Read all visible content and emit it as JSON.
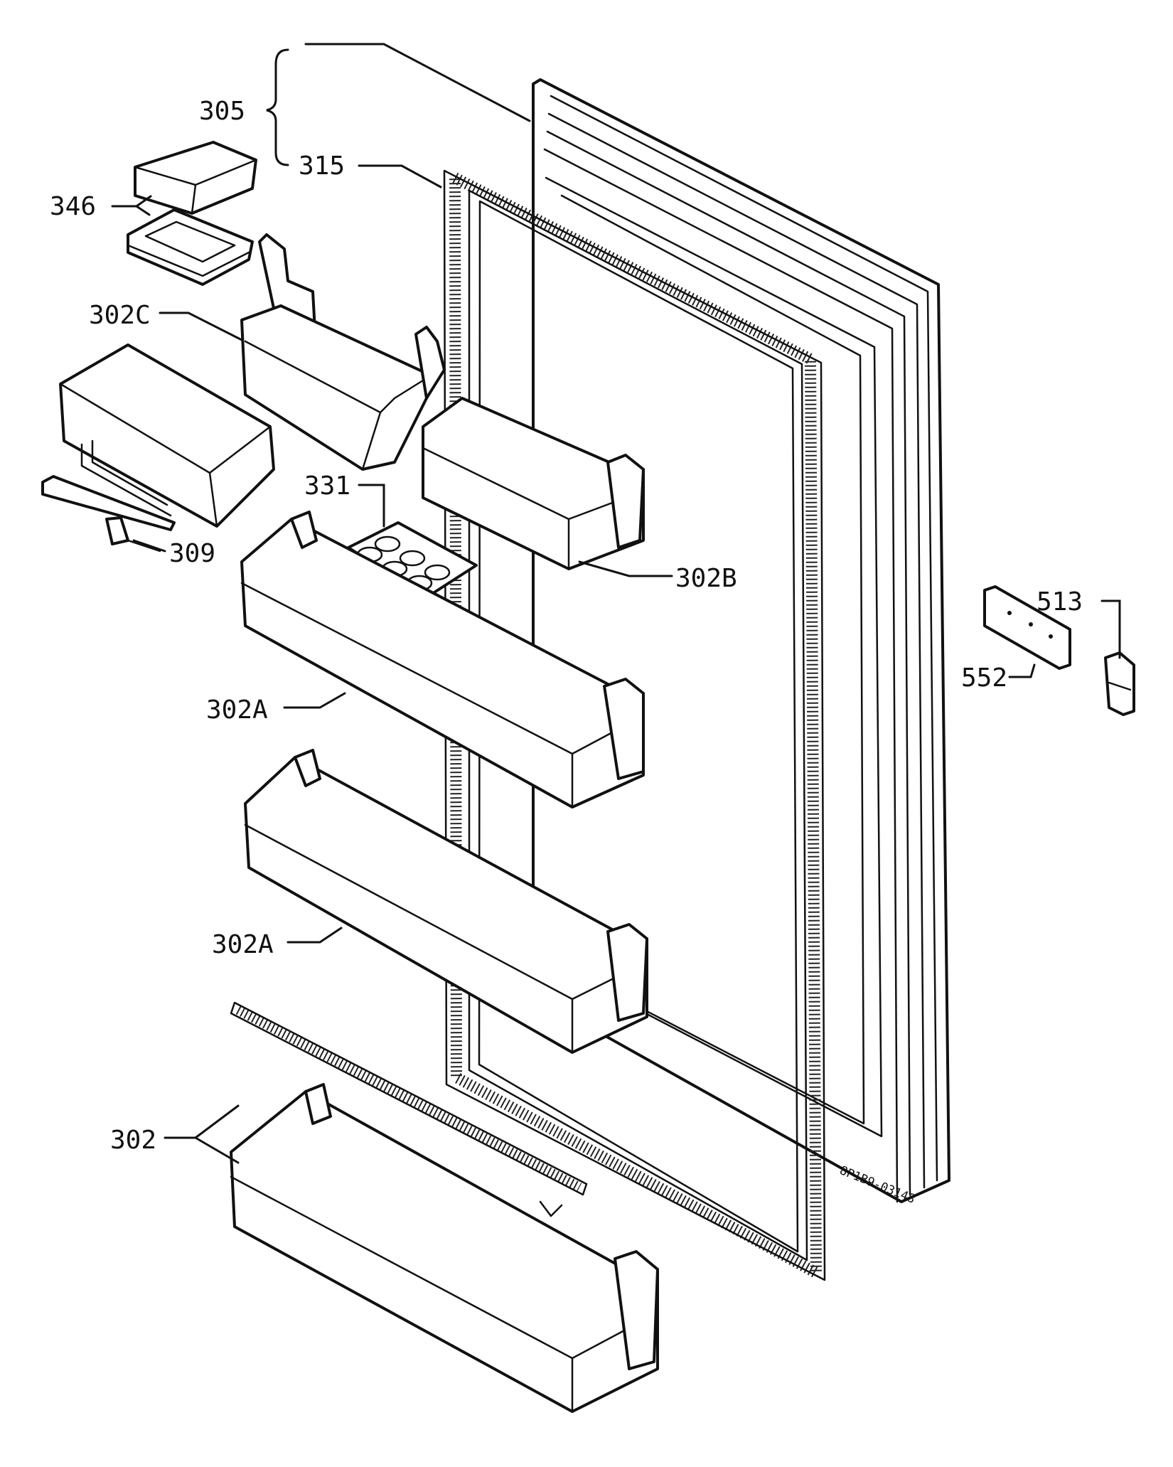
{
  "callouts": {
    "c305": "305",
    "c315": "315",
    "c346": "346",
    "c302c": "302C",
    "c331": "331",
    "c309": "309",
    "c302b": "302B",
    "c302a_upper": "302A",
    "c302a_lower": "302A",
    "c302": "302",
    "c513": "513",
    "c552": "552"
  },
  "drawing_code": "8P1B9-03148",
  "colors": {
    "ink": "#111111",
    "paper": "#ffffff"
  }
}
